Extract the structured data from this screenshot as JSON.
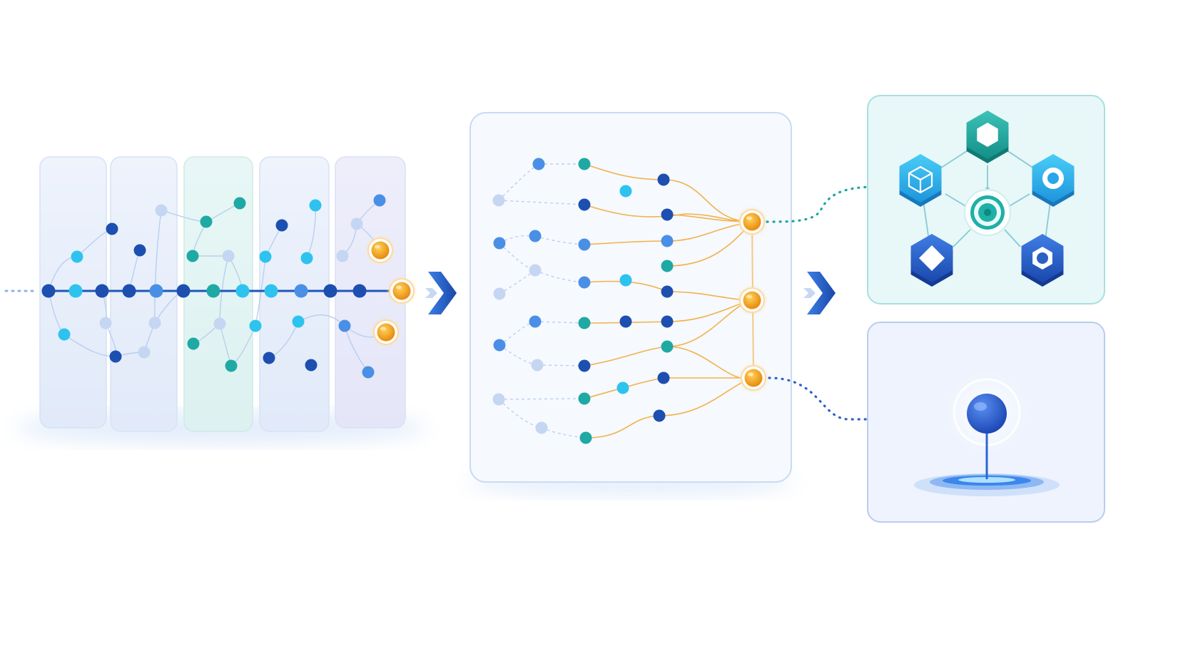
{
  "colors": {
    "dark_blue": "#1d4fb0",
    "mid_blue": "#4a8fe6",
    "cyan": "#2ec3ee",
    "teal": "#1fa9a4",
    "pale": "#c5d6f3",
    "orange": "#f39a12",
    "orange_link": "#f1b24b",
    "teal_link": "#1aa6a0",
    "blue_link": "#2c62c9",
    "panel_border": "#c9dbf3",
    "panel_fill": "#f5f9fe",
    "module_border": "#a8dfe0",
    "module_fill": "#e7f7f8",
    "pin_border": "#b9cdee",
    "pin_fill": "#eef3fd",
    "hex_teal": "#1fa9a0",
    "hex_cyan": "#27b3ec",
    "hex_blue": "#2462c7"
  },
  "diagram": {
    "stages": [
      {
        "name": "multi-layer-sequence-graph",
        "icon": "layered-graph-icon"
      },
      {
        "name": "parallel-pathway-network",
        "icon": "converging-network-icon"
      },
      {
        "name": "outputs",
        "icons": [
          "hexagon-module-cluster-icon",
          "location-pin-icon"
        ]
      }
    ],
    "stage_arrows": [
      "chevron-right-icon",
      "chevron-right-icon"
    ],
    "module_icons": [
      "hexagon-icon",
      "cube-icon",
      "ring-icon",
      "diamond-icon",
      "gear-ring-icon",
      "center-node-icon"
    ]
  }
}
